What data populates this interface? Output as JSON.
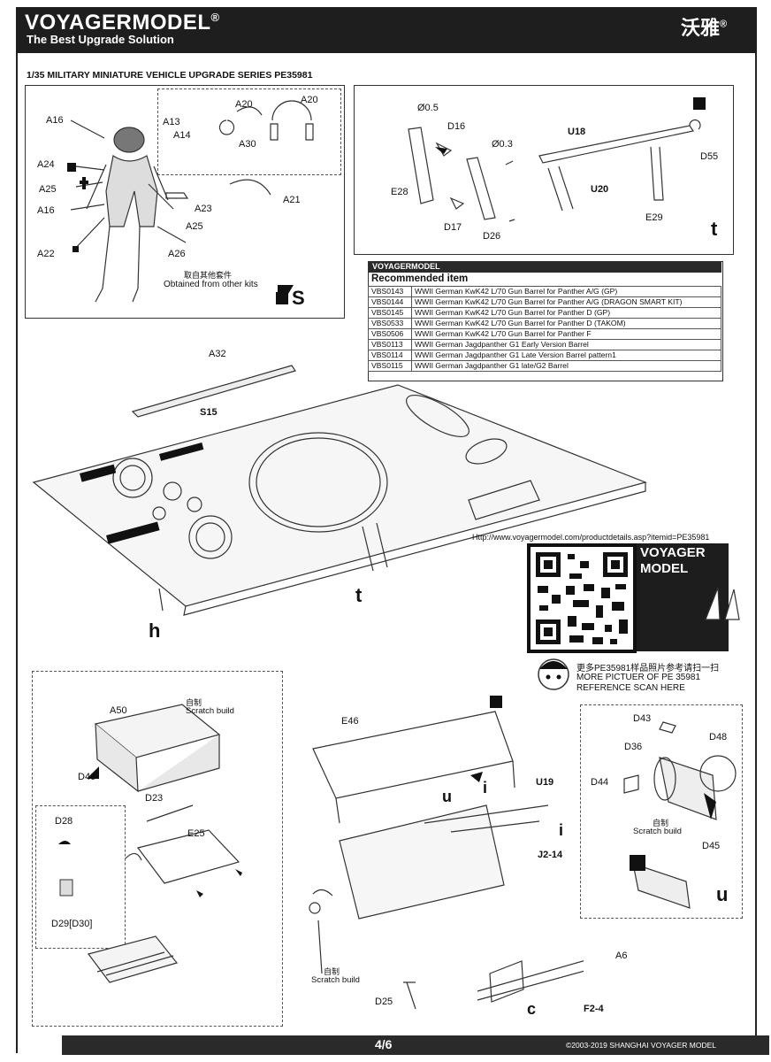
{
  "header": {
    "brand": "VOYAGERMODEL",
    "brand_mark": "®",
    "tagline": "The Best Upgrade Solution",
    "cn_brand": "沃雅",
    "cn_mark": "®"
  },
  "series_line": "1/35 MILITARY MINIATURE VEHICLE  UPGRADE SERIES PE35981",
  "figure_panel": {
    "labels": [
      "A16",
      "A13",
      "A14",
      "A20",
      "A20",
      "A30",
      "A24",
      "A25",
      "A16",
      "A21",
      "A23",
      "A25",
      "A22",
      "A26"
    ],
    "note_cn": "取自其他套件",
    "note_en": "Obtained from other kits",
    "step": "S"
  },
  "barrel_panel": {
    "labels": [
      "Ø0.5",
      "D16",
      "Ø0.3",
      "U18",
      "D55",
      "E28",
      "U20",
      "D17",
      "D26",
      "E29"
    ],
    "step": "t"
  },
  "recommended": {
    "logo": "VOYAGERMODEL",
    "title": "Recommended item",
    "rows": [
      {
        "code": "VBS0143",
        "desc": "WWII German KwK42 L/70 Gun Barrel for Panther A/G   (GP)"
      },
      {
        "code": "VBS0144",
        "desc": "WWII German KwK42 L/70 Gun Barrel for Panther A/G   (DRAGON SMART KIT)"
      },
      {
        "code": "VBS0145",
        "desc": "WWII German KwK42 L/70 Gun Barrel for Panther D     (GP)"
      },
      {
        "code": "VBS0533",
        "desc": "WWII German KwK42 L/70 Gun Barrel for Panther D  (TAKOM)"
      },
      {
        "code": "VBS0506",
        "desc": "WWII German KwK42 L/70 Gun Barrel for Panther F"
      },
      {
        "code": "VBS0113",
        "desc": "WWII German Jagdpanther G1 Early Version Barrel"
      },
      {
        "code": "VBS0114",
        "desc": "WWII German Jagdpanther G1 Late Version Barrel pattern1"
      },
      {
        "code": "VBS0115",
        "desc": " WWII German Jagdpanther G1 late/G2 Barrel"
      }
    ]
  },
  "hull": {
    "labels": [
      "A32",
      "S15",
      "t",
      "h"
    ]
  },
  "qr": {
    "url": "Http://www.voyagermodel.com/productdetails.asp?itemid=PE35981",
    "brand_top": "VOYAGER",
    "brand_bottom": "MODEL",
    "more_cn": "更多PE35981样品照片参考请扫一扫",
    "more_en_1": "MORE PICTUER OF PE 35981",
    "more_en_2": "REFERENCE SCAN HERE"
  },
  "lower_left": {
    "labels": [
      "A50",
      "D46",
      "D23",
      "E25",
      "D28",
      "D29[D30]"
    ],
    "scratch_cn": "自制",
    "scratch_en": "Scratch build"
  },
  "lower_center": {
    "labels": [
      "E46",
      "U19",
      "u",
      "i",
      "i",
      "J2-14",
      "D25",
      "A6",
      "F2-4",
      "c"
    ],
    "scratch_cn": "自制",
    "scratch_en": "Scratch build"
  },
  "lower_right": {
    "labels": [
      "D43",
      "D48",
      "D36",
      "D44",
      "D45"
    ],
    "scratch_cn": "自制",
    "scratch_en": "Scratch build",
    "step": "u"
  },
  "footer": {
    "page": "4/6",
    "copyright": "©2003-2019 SHANGHAI VOYAGER MODEL"
  }
}
